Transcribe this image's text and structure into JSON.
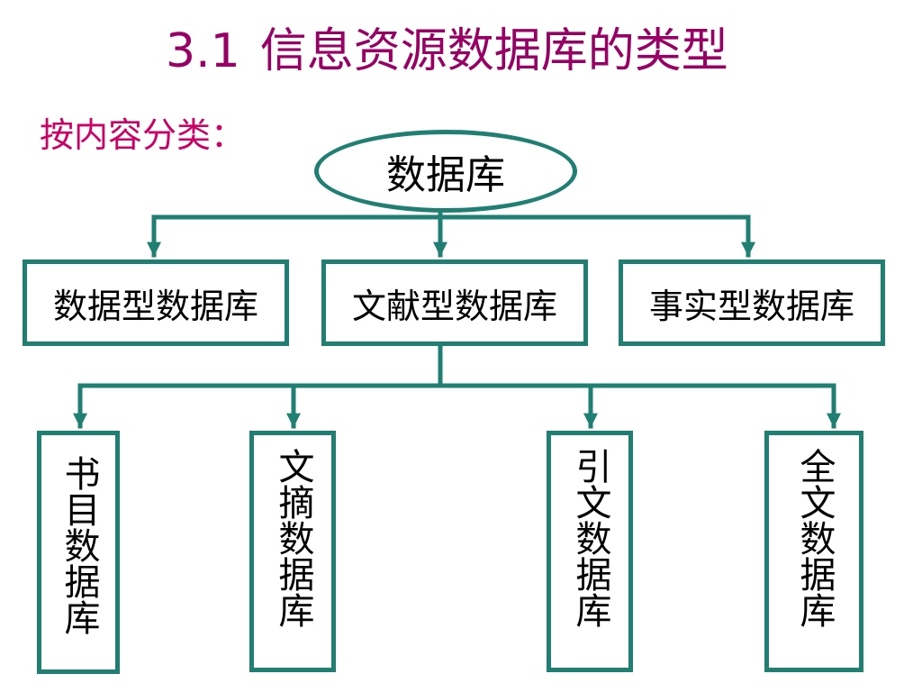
{
  "title": {
    "number": "3.1",
    "text": "信息资源数据库的类型"
  },
  "subtitle": "按内容分类：",
  "root": "数据库",
  "level1": [
    "数据型数据库",
    "文献型数据库",
    "事实型数据库"
  ],
  "level2": [
    "书目数据库",
    "文摘数据库",
    "引文数据库",
    "全文数据库"
  ],
  "colors": {
    "title": "#990066",
    "subtitle": "#cc0066",
    "line": "#1f7f73"
  }
}
